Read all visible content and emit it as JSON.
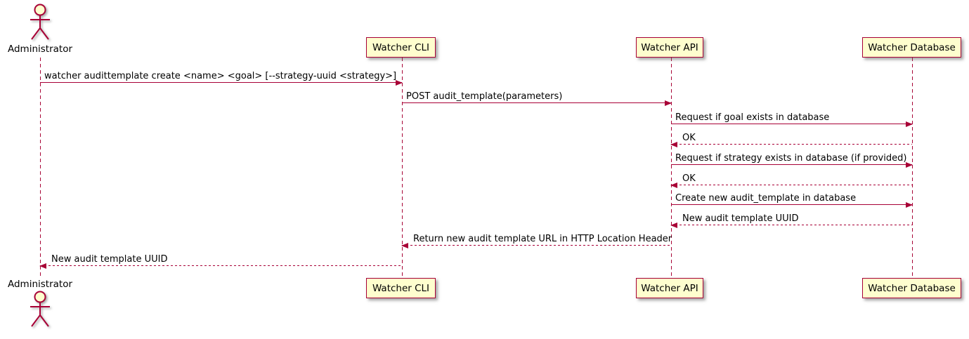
{
  "diagram_type": "plantuml-sequence",
  "colors": {
    "accent": "#A80036",
    "participant_fill": "#FEFECE",
    "text": "#000000",
    "background": "#FFFFFF"
  },
  "actor": {
    "name": "Administrator"
  },
  "participants": [
    {
      "label": "Watcher CLI"
    },
    {
      "label": "Watcher API"
    },
    {
      "label": "Watcher Database"
    }
  ],
  "messages": [
    {
      "from": "Administrator",
      "to": "Watcher CLI",
      "text": "watcher audittemplate create <name> <goal> [--strategy-uuid <strategy>]",
      "line": "solid",
      "direction": "right"
    },
    {
      "from": "Watcher CLI",
      "to": "Watcher API",
      "text": "POST audit_template(parameters)",
      "line": "solid",
      "direction": "right"
    },
    {
      "from": "Watcher API",
      "to": "Watcher Database",
      "text": "Request if goal exists in database",
      "line": "solid",
      "direction": "right"
    },
    {
      "from": "Watcher Database",
      "to": "Watcher API",
      "text": "OK",
      "line": "dashed",
      "direction": "left"
    },
    {
      "from": "Watcher API",
      "to": "Watcher Database",
      "text": "Request if strategy exists in database (if provided)",
      "line": "solid",
      "direction": "right"
    },
    {
      "from": "Watcher Database",
      "to": "Watcher API",
      "text": "OK",
      "line": "dashed",
      "direction": "left"
    },
    {
      "from": "Watcher API",
      "to": "Watcher Database",
      "text": "Create new audit_template in database",
      "line": "solid",
      "direction": "right"
    },
    {
      "from": "Watcher Database",
      "to": "Watcher API",
      "text": "New audit template UUID",
      "line": "dashed",
      "direction": "left"
    },
    {
      "from": "Watcher API",
      "to": "Watcher CLI",
      "text": "Return new audit template URL in HTTP Location Header",
      "line": "dashed",
      "direction": "left"
    },
    {
      "from": "Watcher CLI",
      "to": "Administrator",
      "text": "New audit template UUID",
      "line": "dashed",
      "direction": "left"
    }
  ]
}
